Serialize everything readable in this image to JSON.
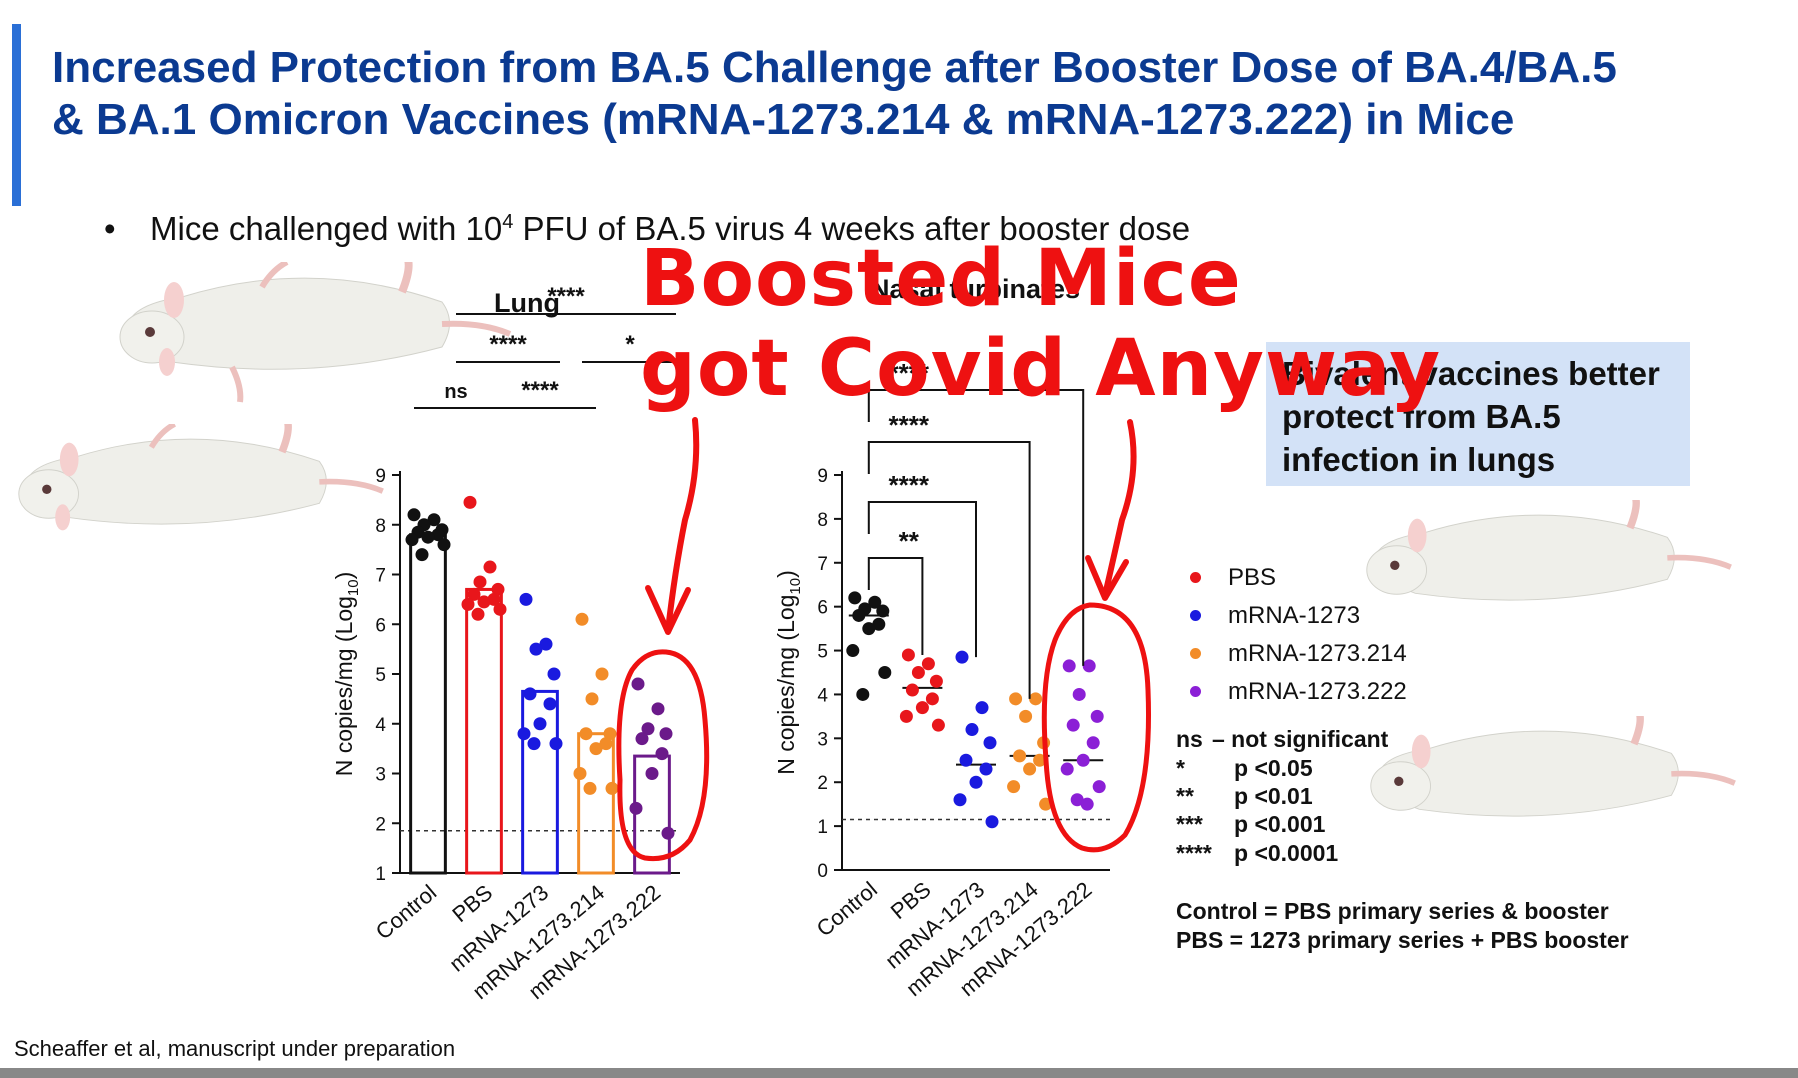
{
  "slide": {
    "title_line1": "Increased Protection from BA.5 Challenge after Booster Dose of BA.4/BA.5",
    "title_line2": "& BA.1 Omicron Vaccines (mRNA-1273.214 & mRNA-1273.222) in Mice",
    "bullet_pre": "Mice challenged with 10",
    "bullet_sup": "4",
    "bullet_post": " PFU of BA.5 virus 4 weeks after booster dose",
    "bullet_dot": "•",
    "citation": "Scheaffer et al, manuscript under preparation"
  },
  "overlay": {
    "line1": "Boosted Mice",
    "line2": "got Covid Anyway",
    "color": "#ee1111"
  },
  "callout": {
    "text": "Bivalent vaccines better protect from BA.5 infection in lungs",
    "background": "#d3e2f7"
  },
  "legend": [
    {
      "label": "PBS",
      "color": "#e8161b"
    },
    {
      "label": "mRNA-1273",
      "color": "#1a1adf"
    },
    {
      "label": "mRNA-1273.214",
      "color": "#f28c28"
    },
    {
      "label": "mRNA-1273.222",
      "color": "#8b1fd6"
    }
  ],
  "significance": [
    {
      "symbol": "ns",
      "label": "– not significant"
    },
    {
      "symbol": "*",
      "label": "p <0.05"
    },
    {
      "symbol": "**",
      "label": "p <0.01"
    },
    {
      "symbol": "***",
      "label": "p <0.001"
    },
    {
      "symbol": "****",
      "label": "p <0.0001"
    }
  ],
  "definitions": [
    "Control = PBS primary series & booster",
    "PBS = 1273 primary series + PBS booster"
  ],
  "icons": {
    "mouse": "mouse-illustration",
    "arrow": "red-hand-drawn-arrow",
    "circle": "red-hand-drawn-circle"
  },
  "chart_data": [
    {
      "type": "bar",
      "title": "Lung",
      "ylabel": "N copies/mg  (Log10)",
      "ylabel_main": "N copies/mg  (Log",
      "ylabel_sub": "10",
      "ylabel_close": ")",
      "ylim": [
        1,
        9
      ],
      "yticks": [
        "1",
        "2",
        "3",
        "4",
        "5",
        "6",
        "7",
        "8",
        "9"
      ],
      "limit_of_detection": 1.85,
      "categories": [
        "Control",
        "PBS",
        "mRNA-1273",
        "mRNA-1273.214",
        "mRNA-1273.222"
      ],
      "colors": [
        "#111111",
        "#e8161b",
        "#1a1adf",
        "#f28c28",
        "#6b1a8a"
      ],
      "values": [
        7.8,
        6.7,
        4.65,
        3.8,
        3.35
      ],
      "points": [
        [
          8.2,
          8.1,
          8.0,
          7.9,
          7.85,
          7.8,
          7.75,
          7.7,
          7.6,
          7.4
        ],
        [
          8.45,
          7.15,
          6.85,
          6.7,
          6.6,
          6.5,
          6.45,
          6.4,
          6.3,
          6.2
        ],
        [
          6.5,
          5.6,
          5.5,
          5.0,
          4.6,
          4.4,
          4.0,
          3.8,
          3.6,
          3.6
        ],
        [
          6.1,
          5.0,
          4.5,
          3.8,
          3.8,
          3.6,
          3.5,
          3.0,
          2.7,
          2.7
        ],
        [
          4.8,
          4.3,
          3.9,
          3.8,
          3.7,
          3.4,
          3.0,
          2.3,
          1.8
        ]
      ],
      "comparisons": [
        {
          "label": "ns",
          "from": 0,
          "to": 1
        },
        {
          "label": "****",
          "from": 1,
          "to": 3
        },
        {
          "label": "****",
          "from": 1,
          "to": 2
        },
        {
          "label": "*",
          "from": 3,
          "to": 4
        },
        {
          "label": "****",
          "from": 1,
          "to": 4
        }
      ]
    },
    {
      "type": "scatter",
      "title": "Nasal turbinates",
      "ylabel": "N copies/mg  (Log10)",
      "ylabel_main": "N copies/mg  (Log",
      "ylabel_sub": "10",
      "ylabel_close": ")",
      "ylim": [
        0,
        9
      ],
      "yticks": [
        "0",
        "1",
        "2",
        "3",
        "4",
        "5",
        "6",
        "7",
        "8",
        "9"
      ],
      "limit_of_detection": 1.15,
      "categories": [
        "Control",
        "PBS",
        "mRNA-1273",
        "mRNA-1273.214",
        "mRNA-1273.222"
      ],
      "colors": [
        "#111111",
        "#e8161b",
        "#1a1adf",
        "#f28c28",
        "#8b1fd6"
      ],
      "values": [
        5.8,
        4.15,
        2.4,
        2.6,
        2.5
      ],
      "points": [
        [
          6.2,
          6.1,
          5.95,
          5.9,
          5.8,
          5.6,
          5.5,
          5.0,
          4.5,
          4.0
        ],
        [
          4.9,
          4.7,
          4.5,
          4.3,
          4.1,
          3.9,
          3.7,
          3.5,
          3.3
        ],
        [
          4.85,
          3.7,
          3.2,
          2.9,
          2.5,
          2.3,
          2.0,
          1.6,
          1.1
        ],
        [
          3.9,
          3.9,
          3.5,
          2.9,
          2.6,
          2.5,
          2.3,
          1.9,
          1.5
        ],
        [
          4.65,
          4.65,
          4.0,
          3.5,
          3.3,
          2.9,
          2.5,
          2.3,
          1.9,
          1.6,
          1.5
        ]
      ],
      "comparisons": [
        {
          "label": "**",
          "from": 0,
          "to": 1
        },
        {
          "label": "****",
          "from": 0,
          "to": 2
        },
        {
          "label": "****",
          "from": 0,
          "to": 3
        },
        {
          "label": "****",
          "from": 0,
          "to": 4
        }
      ]
    }
  ]
}
